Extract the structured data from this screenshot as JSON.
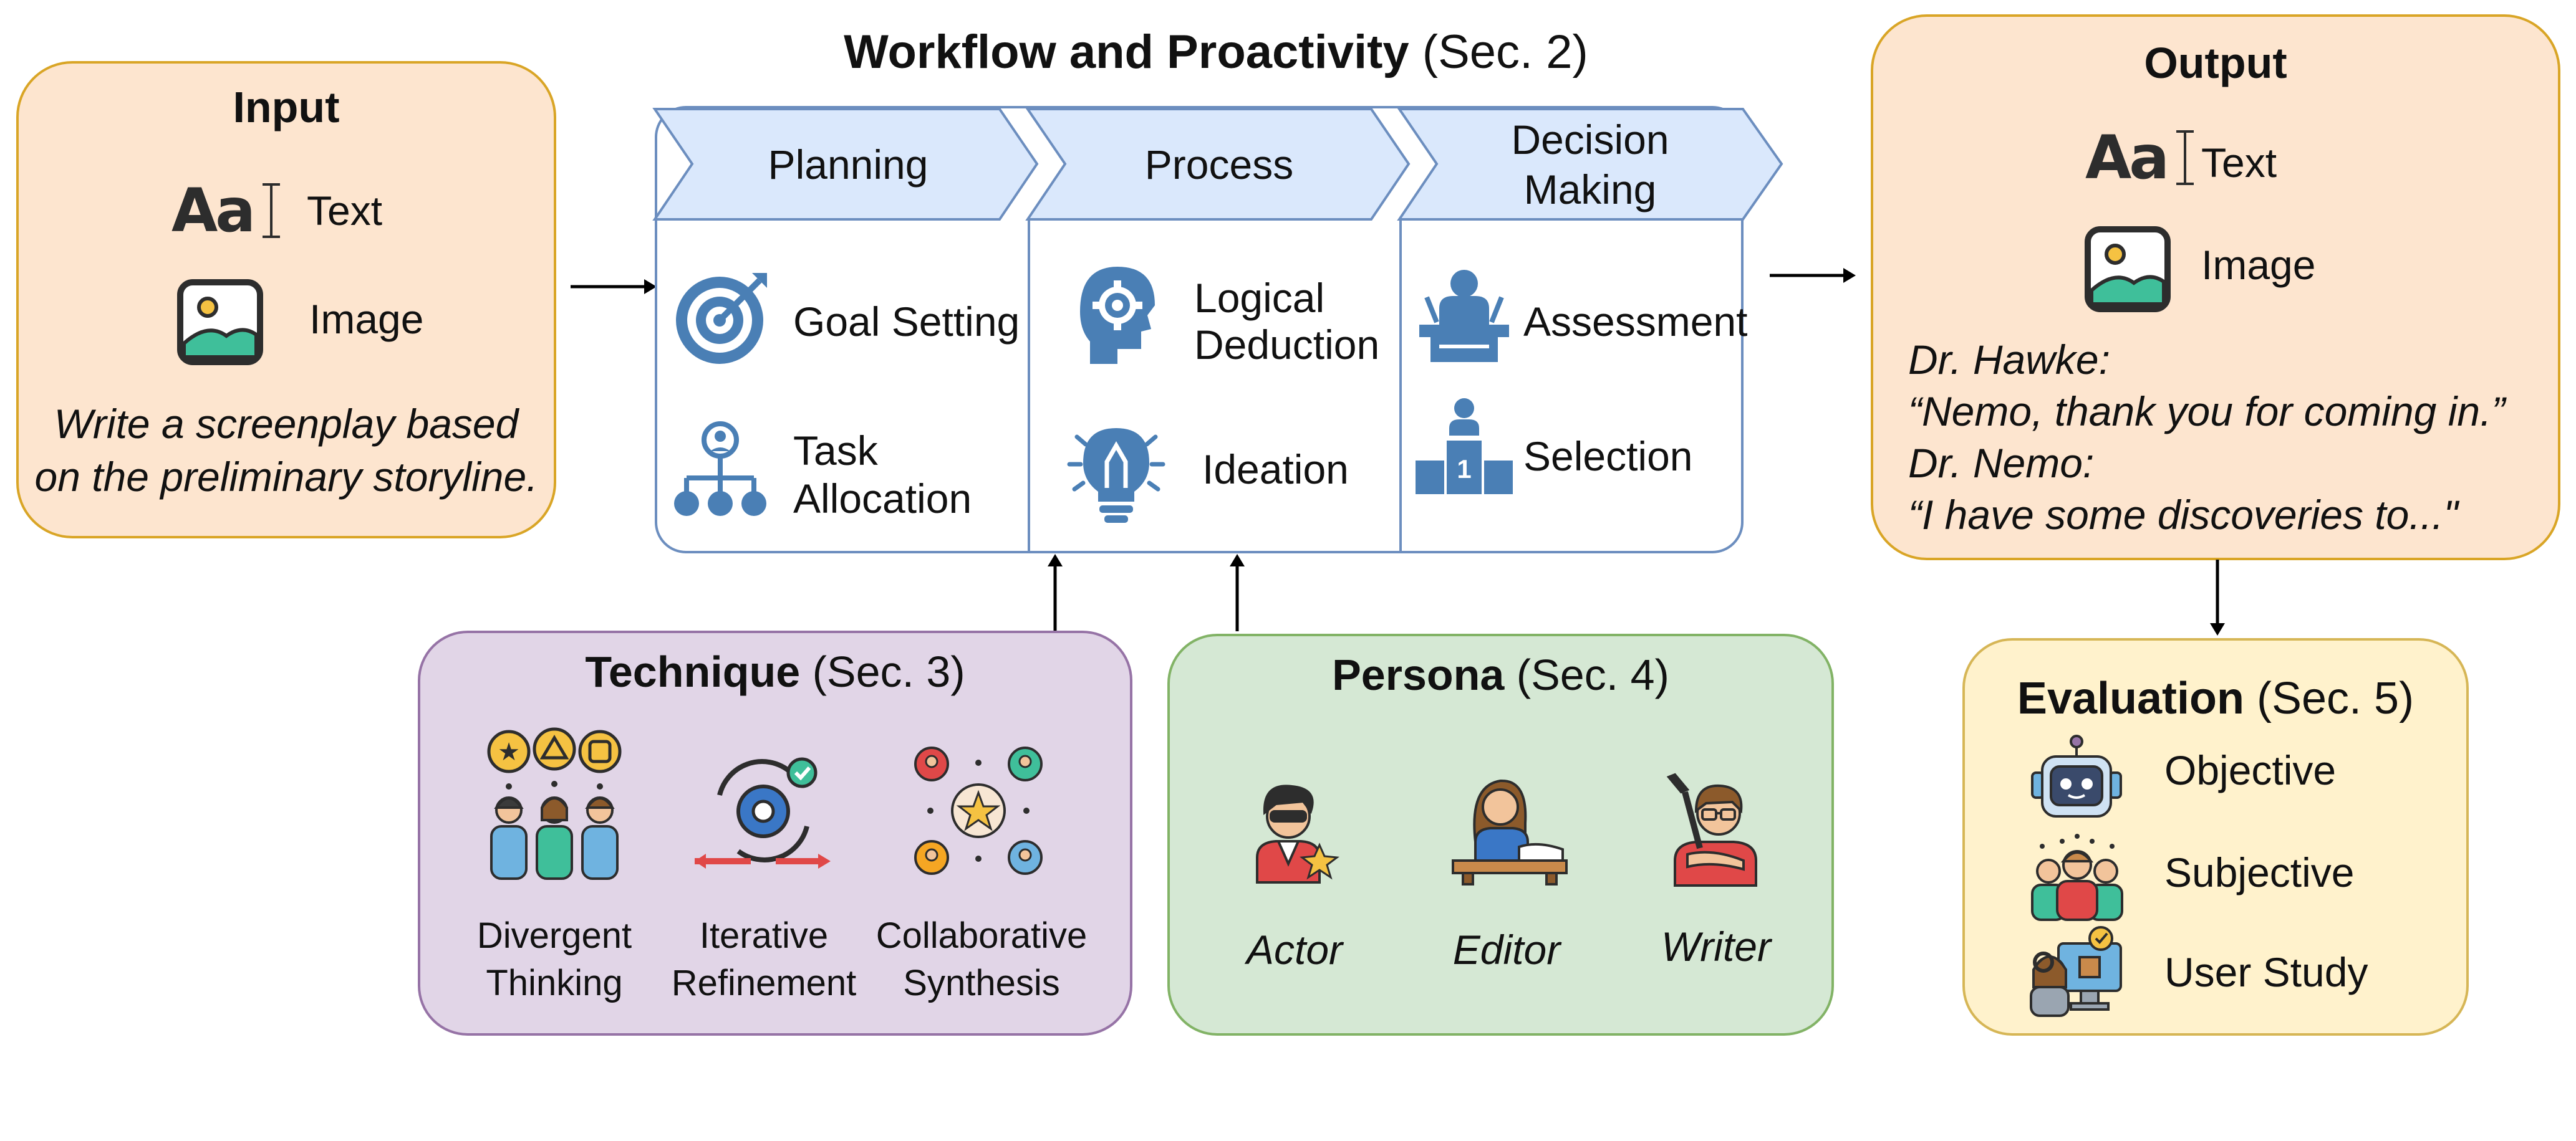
{
  "header": {
    "title_bold": "Workflow and Proactivity",
    "title_sec": " (Sec. 2)"
  },
  "input": {
    "title": "Input",
    "items": [
      {
        "icon": "text-icon",
        "label": "Text"
      },
      {
        "icon": "image-icon",
        "label": "Image"
      }
    ],
    "text_icon_glyph": "Aa",
    "prompt_line1": "Write a screenplay based",
    "prompt_line2": "on the preliminary storyline."
  },
  "workflow": {
    "stages": [
      {
        "label": "Planning"
      },
      {
        "label": "Process"
      },
      {
        "label_line1": "Decision",
        "label_line2": "Making"
      }
    ],
    "planning": [
      {
        "icon": "target-icon",
        "label": "Goal Setting"
      },
      {
        "icon": "hierarchy-icon",
        "label_line1": "Task",
        "label_line2": "Allocation"
      }
    ],
    "process": [
      {
        "icon": "brain-gear-icon",
        "label_line1": "Logical",
        "label_line2": "Deduction"
      },
      {
        "icon": "lightbulb-icon",
        "label": "Ideation"
      }
    ],
    "decision": [
      {
        "icon": "podium-icon",
        "label": "Assessment"
      },
      {
        "icon": "winner-podium-icon",
        "label": "Selection",
        "digit": "1"
      }
    ]
  },
  "output": {
    "title": "Output",
    "items": [
      {
        "icon": "text-icon",
        "label": "Text"
      },
      {
        "icon": "image-icon",
        "label": "Image"
      }
    ],
    "text_icon_glyph": "Aa",
    "dialogue": [
      "Dr. Hawke:",
      "“Nemo, thank you for coming in.”",
      "Dr. Nemo:",
      "“I have some discoveries to...\""
    ]
  },
  "technique": {
    "title_bold": "Technique",
    "title_sec": " (Sec. 3)",
    "items": [
      {
        "icon": "divergent-thinking-icon",
        "line1": "Divergent",
        "line2": "Thinking"
      },
      {
        "icon": "iterative-refinement-icon",
        "line1": "Iterative",
        "line2": "Refinement"
      },
      {
        "icon": "collaborative-synthesis-icon",
        "line1": "Collaborative",
        "line2": "Synthesis"
      }
    ]
  },
  "persona": {
    "title_bold": "Persona",
    "title_sec": " (Sec. 4)",
    "items": [
      {
        "icon": "actor-icon",
        "label": "Actor"
      },
      {
        "icon": "editor-icon",
        "label": "Editor"
      },
      {
        "icon": "writer-icon",
        "label": "Writer"
      }
    ]
  },
  "evaluation": {
    "title_bold": "Evaluation",
    "title_sec": " (Sec. 5)",
    "items": [
      {
        "icon": "robot-icon",
        "label": "Objective"
      },
      {
        "icon": "people-icon",
        "label": "Subjective"
      },
      {
        "icon": "user-study-icon",
        "label": "User Study"
      }
    ]
  },
  "colors": {
    "input_fill": "#fde5cf",
    "input_border": "#d9a526",
    "stage_fill": "#dae8fc",
    "stage_border": "#6c8ebf",
    "technique_fill": "#e1d5e7",
    "technique_border": "#9673a6",
    "persona_fill": "#d5e8d4",
    "persona_border": "#82b366",
    "evaluation_fill": "#fff2cc",
    "evaluation_border": "#d6b656",
    "icon_blue": "#4a7fb5"
  }
}
